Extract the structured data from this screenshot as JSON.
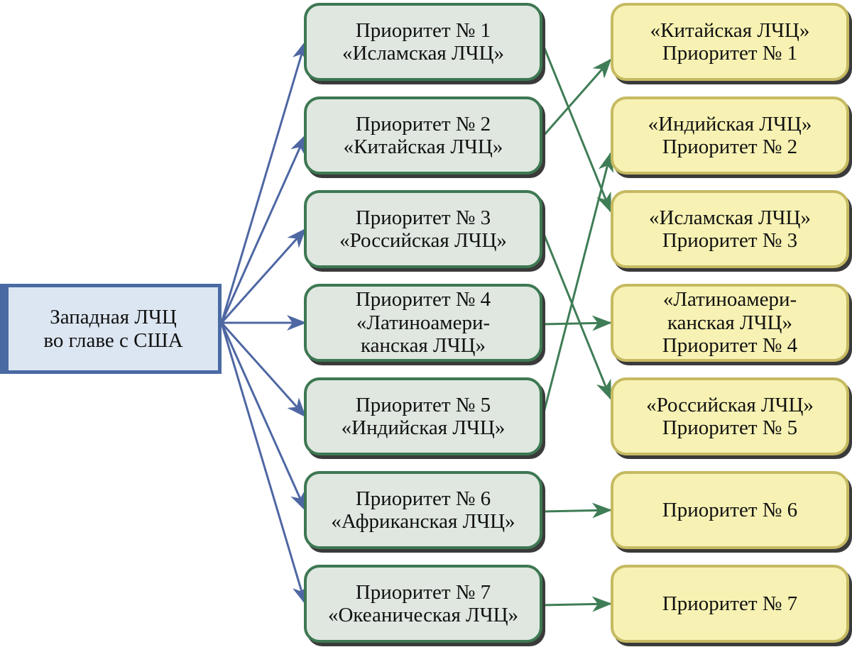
{
  "source": {
    "lines": [
      "Западная ЛЧЦ",
      "во главе с США"
    ]
  },
  "colors": {
    "blue_arrow": "#4e67a3",
    "green_arrow": "#3f7d56",
    "source_fill": "#dce6f2",
    "middle_fill": "#dfe7e0",
    "right_fill": "#f7f2b3"
  },
  "middle": [
    {
      "lines": [
        "Приоритет № 1",
        "«Исламская ЛЧЦ»"
      ]
    },
    {
      "lines": [
        "Приоритет № 2",
        "«Китайская ЛЧЦ»"
      ]
    },
    {
      "lines": [
        "Приоритет № 3",
        "«Российская ЛЧЦ»"
      ]
    },
    {
      "lines": [
        "Приоритет № 4",
        "«Латиноамери-",
        "канская ЛЧЦ»"
      ]
    },
    {
      "lines": [
        "Приоритет № 5",
        "«Индийская ЛЧЦ»"
      ]
    },
    {
      "lines": [
        "Приоритет № 6",
        "«Африканская ЛЧЦ»"
      ]
    },
    {
      "lines": [
        "Приоритет № 7",
        "«Океаническая ЛЧЦ»"
      ]
    }
  ],
  "right": [
    {
      "lines": [
        "«Китайская ЛЧЦ»",
        "Приоритет № 1"
      ]
    },
    {
      "lines": [
        "«Индийская ЛЧЦ»",
        "Приоритет № 2"
      ]
    },
    {
      "lines": [
        "«Исламская ЛЧЦ»",
        "Приоритет № 3"
      ]
    },
    {
      "lines": [
        "«Латиноамери-",
        "канская ЛЧЦ»",
        "Приоритет № 4"
      ]
    },
    {
      "lines": [
        "«Российская ЛЧЦ»",
        "Приоритет № 5"
      ]
    },
    {
      "lines": [
        "Приоритет № 6"
      ]
    },
    {
      "lines": [
        "Приоритет № 7"
      ]
    }
  ],
  "green_links": [
    {
      "from": 1,
      "to": 3
    },
    {
      "from": 2,
      "to": 1
    },
    {
      "from": 3,
      "to": 5
    },
    {
      "from": 4,
      "to": 4
    },
    {
      "from": 5,
      "to": 2
    },
    {
      "from": 6,
      "to": 6
    },
    {
      "from": 7,
      "to": 7
    }
  ]
}
